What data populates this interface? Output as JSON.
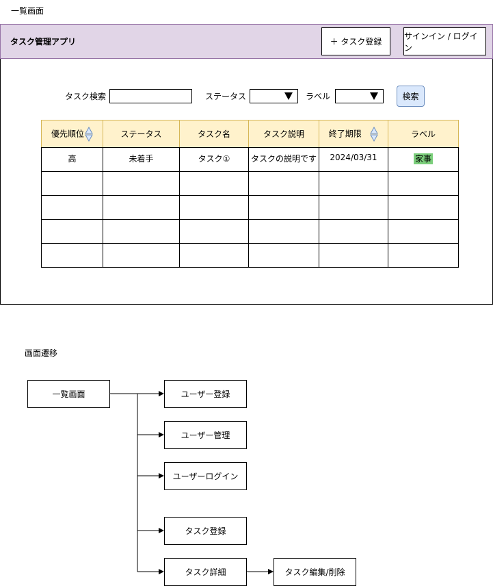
{
  "screen_label": "一覧画面",
  "header": {
    "app_title": "タスク管理アプリ",
    "register_button": "＋ タスク登録",
    "signin_button": "サインイン / ログイン"
  },
  "search": {
    "task_search_label": "タスク検索",
    "task_search_value": "",
    "status_label": "ステータス",
    "status_value": "",
    "label_label": "ラベル",
    "label_value": "",
    "search_button": "検索"
  },
  "table": {
    "columns": [
      "優先順位",
      "ステータス",
      "タスク名",
      "タスク説明",
      "終了期限",
      "ラベル"
    ],
    "rows": [
      [
        "高",
        "未着手",
        "タスク①",
        "タスクの説明です",
        "2024/03/31",
        "家事"
      ],
      [
        "",
        "",
        "",
        "",
        "",
        ""
      ],
      [
        "",
        "",
        "",
        "",
        "",
        ""
      ],
      [
        "",
        "",
        "",
        "",
        "",
        ""
      ],
      [
        "",
        "",
        "",
        "",
        "",
        ""
      ]
    ],
    "sortable_columns": [
      "優先順位",
      "終了期限"
    ],
    "label_tag_color": "#7ccf7c",
    "header_color": "#fff2cc"
  },
  "transition": {
    "section_label": "画面遷移",
    "source": "一覧画面",
    "targets": [
      "ユーザー登録",
      "ユーザー管理",
      "ユーザーログイン",
      "タスク登録",
      "タスク詳細"
    ],
    "sub_target": "タスク編集/削除"
  },
  "colors": {
    "header_bg": "#e1d5e7",
    "header_border": "#9673a6",
    "search_button_bg": "#dae8fc",
    "search_button_border": "#6c8ebf"
  }
}
